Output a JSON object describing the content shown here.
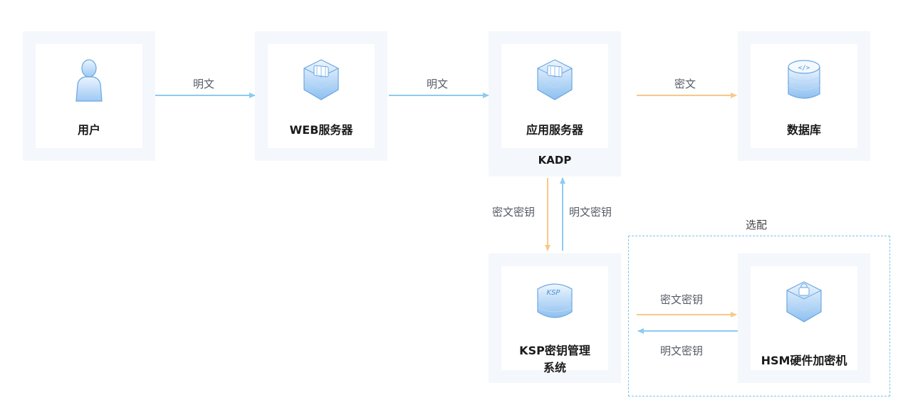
{
  "nodes": {
    "user": {
      "label": "用户"
    },
    "web": {
      "label": "WEB服务器"
    },
    "app": {
      "label": "应用服务器",
      "sub": "KADP"
    },
    "db": {
      "label": "数据库"
    },
    "ksp": {
      "label_line1": "KSP密钥管理",
      "label_line2": "系统",
      "badge": "KSP"
    },
    "hsm": {
      "label": "HSM硬件加密机"
    }
  },
  "edges": {
    "user_web": "明文",
    "web_app": "明文",
    "app_db": "密文",
    "app_ksp": "密文密钥",
    "ksp_app": "明文密钥",
    "ksp_hsm": "密文密钥",
    "hsm_ksp": "明文密钥"
  },
  "optional_group": {
    "label": "选配"
  },
  "colors": {
    "plaintext_arrow": "#8ccbf2",
    "ciphertext_arrow": "#f7c98a",
    "dashed_border": "#7ec4ea",
    "node_bg": "#f4f7fb"
  }
}
